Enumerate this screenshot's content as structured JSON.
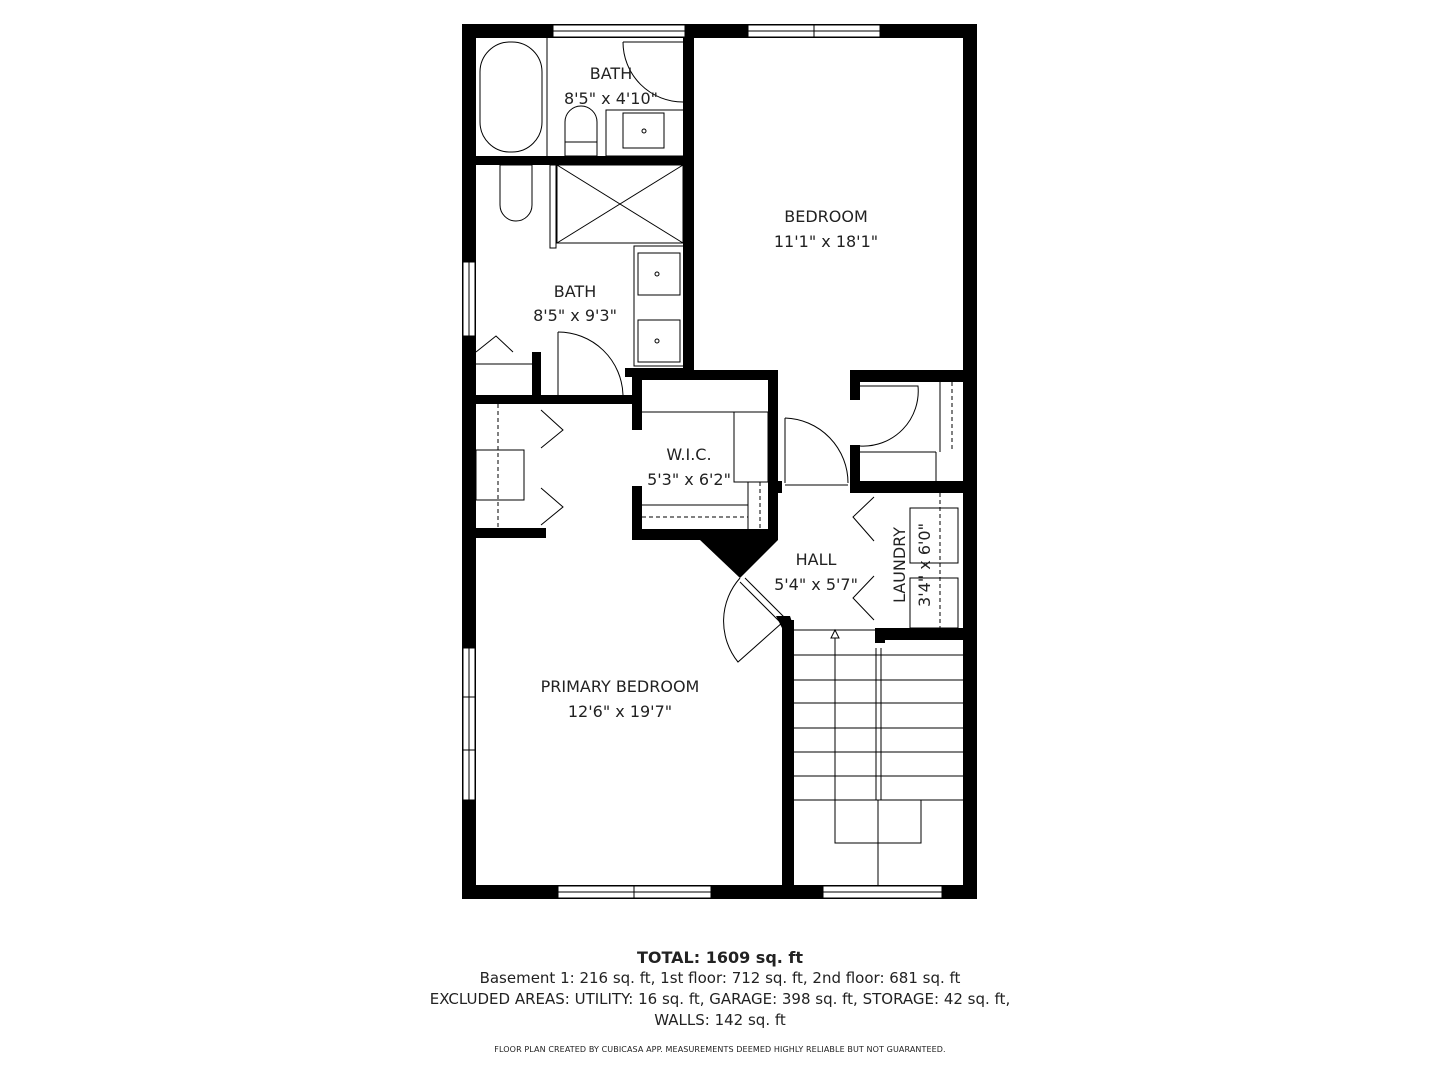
{
  "floor_plan": {
    "rooms": [
      {
        "id": "bath-top",
        "name": "BATH",
        "dims": "8'5\" x 4'10\""
      },
      {
        "id": "bedroom",
        "name": "BEDROOM",
        "dims": "11'1\" x 18'1\""
      },
      {
        "id": "bath-main",
        "name": "BATH",
        "dims": "8'5\" x 9'3\""
      },
      {
        "id": "wic",
        "name": "W.I.C.",
        "dims": "5'3\" x 6'2\""
      },
      {
        "id": "hall",
        "name": "HALL",
        "dims": "5'4\" x 5'7\""
      },
      {
        "id": "laundry",
        "name": "LAUNDRY",
        "dims": "3'4\" x 6'0\""
      },
      {
        "id": "primary-bedroom",
        "name": "PRIMARY BEDROOM",
        "dims": "12'6\" x 19'7\""
      }
    ]
  },
  "summary": {
    "total": "TOTAL: 1609 sq. ft",
    "floors": "Basement 1: 216 sq. ft, 1st floor: 712 sq. ft, 2nd floor: 681 sq. ft",
    "excluded": "EXCLUDED AREAS: UTILITY: 16 sq. ft, GARAGE: 398 sq. ft, STORAGE: 42 sq. ft,",
    "walls": "WALLS: 142 sq. ft",
    "credit": "FLOOR PLAN CREATED BY CUBICASA APP. MEASUREMENTS DEEMED HIGHLY RELIABLE BUT NOT GUARANTEED."
  }
}
